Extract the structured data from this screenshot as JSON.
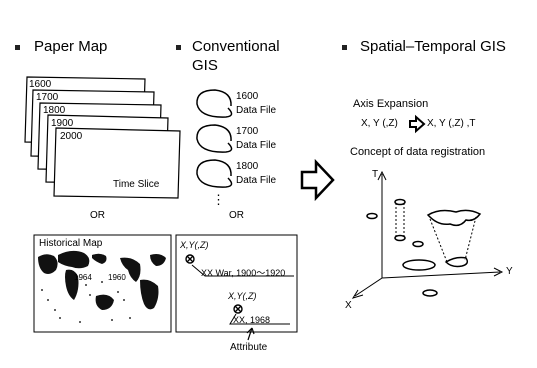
{
  "headers": {
    "paper_map": "Paper Map",
    "conventional": "Conventional",
    "gis": "GIS",
    "spatial_temporal": "Spatial–Temporal GIS"
  },
  "paper_map": {
    "sheet_years": [
      "1600",
      "1700",
      "1800",
      "1900",
      "2000"
    ],
    "time_slice": "Time Slice",
    "or": "OR",
    "historical_map_title": "Historical Map",
    "map_year_left": "1964",
    "map_year_right": "1960"
  },
  "conventional_gis": {
    "files": [
      {
        "year": "1600",
        "label": "Data File"
      },
      {
        "year": "1700",
        "label": "Data File"
      },
      {
        "year": "1800",
        "label": "Data File"
      }
    ],
    "ellipsis": "⋮",
    "or": "OR",
    "coord_label_1": "X,Y(,Z)",
    "record_1": "XX War, 1900〜1920",
    "coord_label_2": "X,Y(,Z)",
    "record_2": "XX, 1968",
    "attribute": "Attribute"
  },
  "spatial_temporal": {
    "axis_expansion": "Axis Expansion",
    "from_axes": "X, Y (,Z)",
    "to_axes": "X, Y (,Z) ,T",
    "concept": "Concept of data registration",
    "axis_t": "T",
    "axis_y": "Y",
    "axis_x": "X"
  },
  "colors": {
    "ink": "#000000",
    "frame": "#222222",
    "map_fill": "#111111"
  }
}
